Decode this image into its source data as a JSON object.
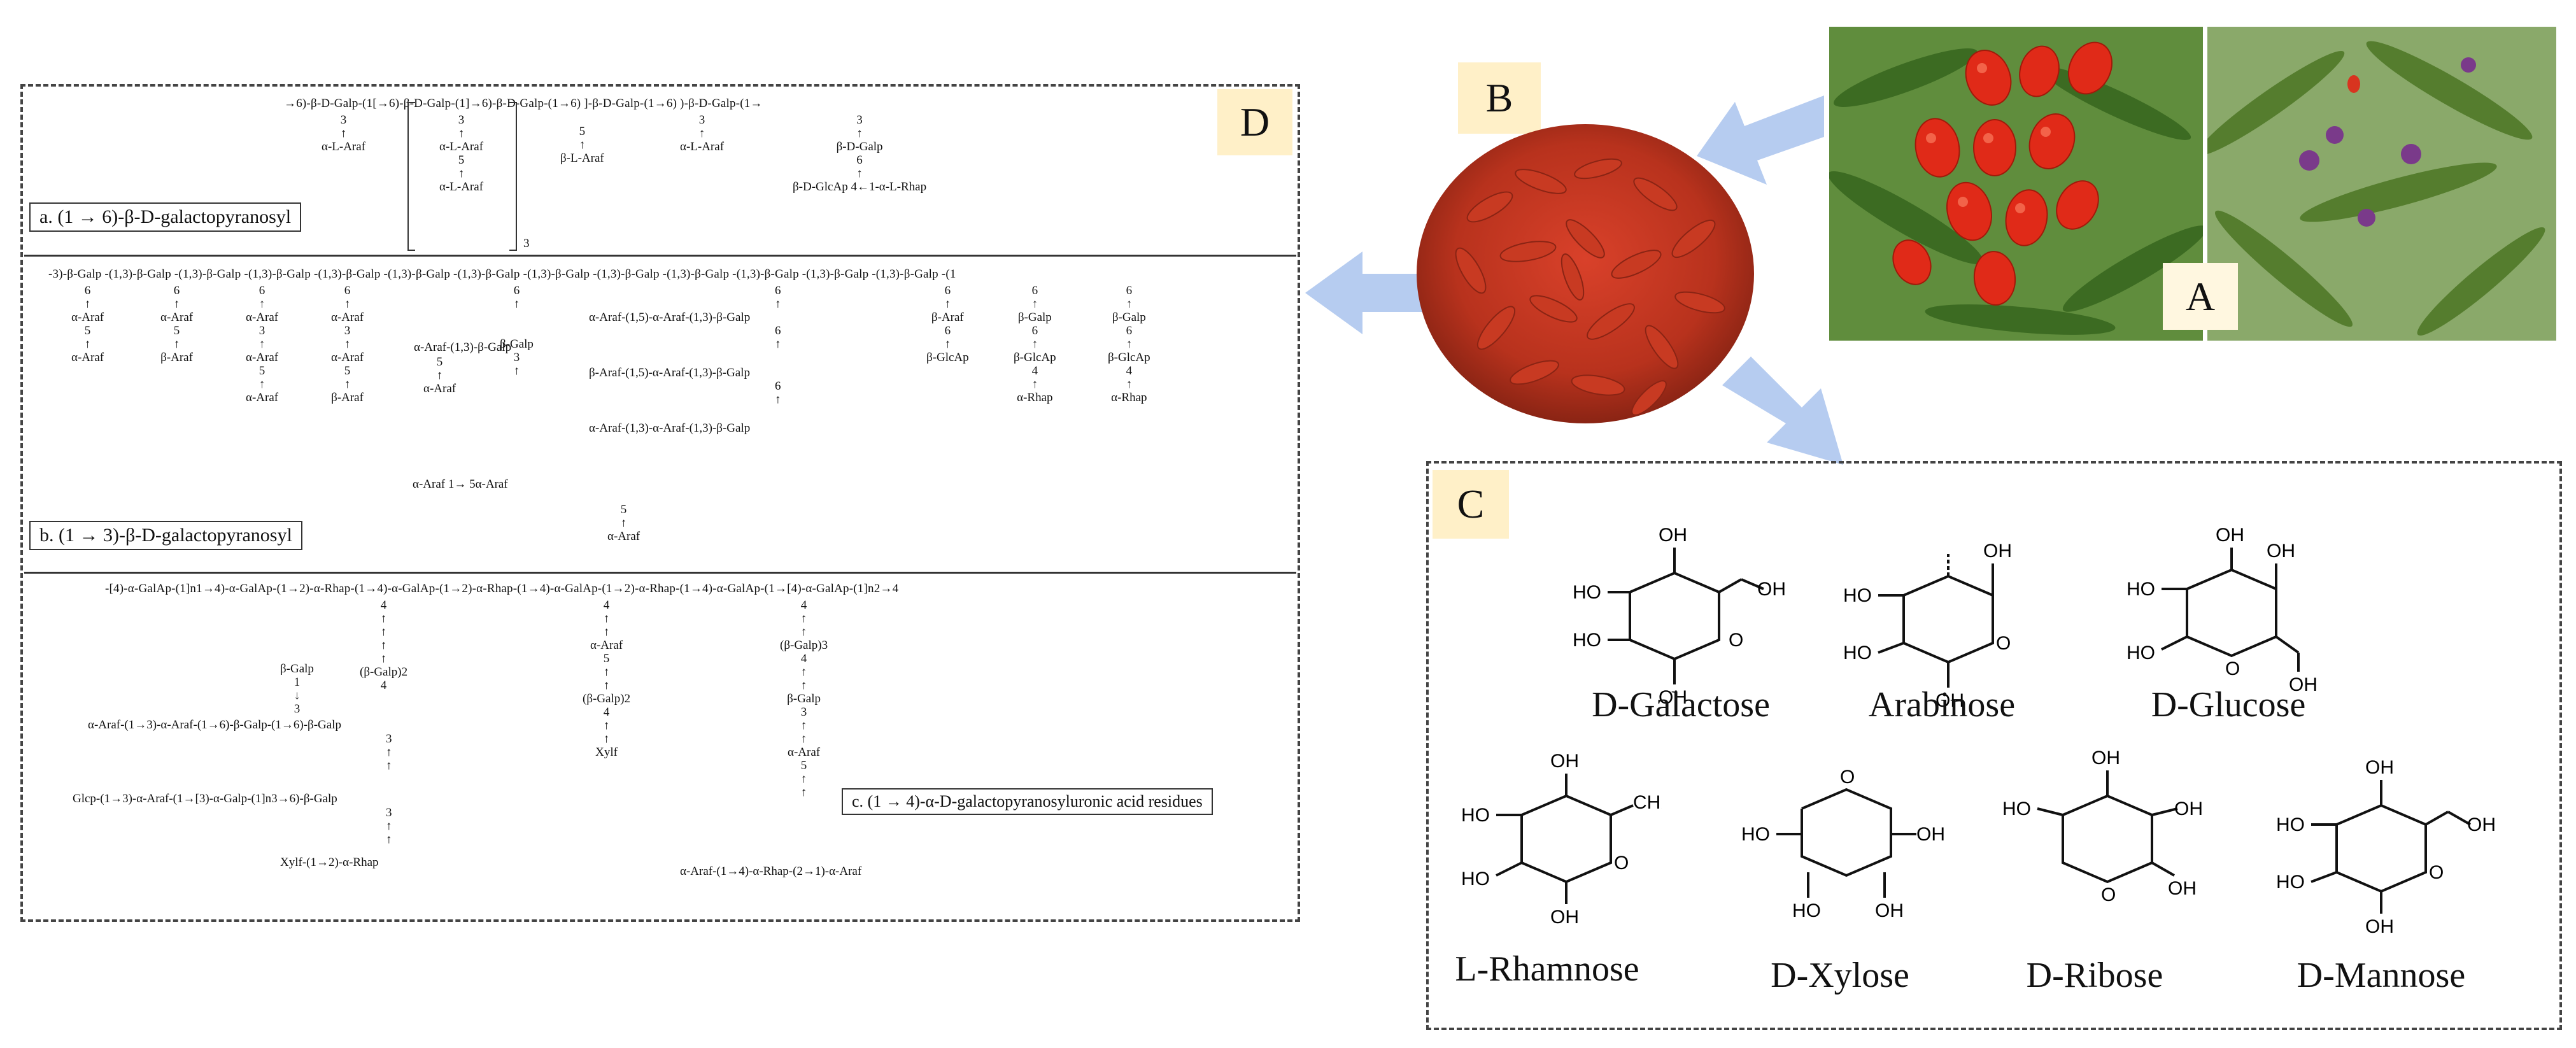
{
  "panels": {
    "A": {
      "label": "A"
    },
    "B": {
      "label": "B"
    },
    "C": {
      "label": "C"
    },
    "D": {
      "label": "D"
    }
  },
  "sectionA": {
    "main_chain": "→6)-β-D-Galp-(1[→6)-β-D-Galp-(1]→6)-β-D-Galp-(1→6) ]-β-D-Galp-(1→6) )-β-D-Galp-(1→",
    "branch1": [
      "3",
      "↑",
      "α-L-Araf"
    ],
    "branch2": [
      "3",
      "↑",
      "α-L-Araf",
      "5",
      "↑",
      "α-L-Araf"
    ],
    "branch2_sub": "3",
    "branch3": [
      "5",
      "↑",
      "β-L-Araf"
    ],
    "branch4": [
      "3",
      "↑",
      "α-L-Araf"
    ],
    "branch5": [
      "3",
      "↑",
      "β-D-Galp",
      "6",
      "↑",
      "β-D-GlcAp 4←1-α-L-Rhap"
    ],
    "label": "a. (1 → 6)-β-D-galactopyranosyl"
  },
  "sectionB": {
    "main_chain": "-3)-β-Galp -(1,3)-β-Galp -(1,3)-β-Galp -(1,3)-β-Galp -(1,3)-β-Galp -(1,3)-β-Galp -(1,3)-β-Galp -(1,3)-β-Galp -(1,3)-β-Galp -(1,3)-β-Galp -(1,3)-β-Galp -(1,3)-β-Galp -(1,3)-β-Galp -(1",
    "b1": [
      "6",
      "↑",
      "α-Araf",
      "5",
      "↑",
      "α-Araf"
    ],
    "b2": [
      "6",
      "↑",
      "α-Araf",
      "5",
      "↑",
      "β-Araf"
    ],
    "b3": [
      "6",
      "↑",
      "α-Araf",
      "3",
      "↑",
      "α-Araf",
      "5",
      "↑",
      "α-Araf"
    ],
    "b4": [
      "6",
      "↑",
      "α-Araf",
      "3",
      "↑",
      "α-Araf",
      "5",
      "↑",
      "β-Araf"
    ],
    "b5_top": "α-Araf-(1,3)-β-Galp",
    "b5_left": [
      "5",
      "↑",
      "α-Araf"
    ],
    "b5_right": [
      "6",
      "↑",
      "β-Galp",
      "3",
      "↑"
    ],
    "b5_bottom": "α-Araf 1→ 5α-Araf",
    "b6_1": "α-Araf-(1,5)-α-Araf-(1,3)-β-Galp",
    "b6_2": "β-Araf-(1,5)-α-Araf-(1,3)-β-Galp",
    "b6_3": "α-Araf-(1,3)-α-Araf-(1,3)-β-Galp",
    "b6_tail": [
      "5",
      "↑",
      "α-Araf"
    ],
    "b7": [
      "6",
      "↑",
      "β-Araf",
      "6",
      "↑",
      "β-GlcAp"
    ],
    "b8": [
      "6",
      "↑",
      "β-Galp",
      "6",
      "↑",
      "β-GlcAp",
      "4",
      "↑",
      "α-Rhap"
    ],
    "b9": [
      "6",
      "↑",
      "β-Galp",
      "6",
      "↑",
      "β-GlcAp",
      "4",
      "↑",
      "α-Rhap"
    ],
    "label": "b. (1 → 3)-β-D-galactopyranosyl"
  },
  "sectionC": {
    "main_chain": "-[4)-α-GalAp-(1]n1→4)-α-GalAp-(1→2)-α-Rhap-(1→4)-α-GalAp-(1→2)-α-Rhap-(1→4)-α-GalAp-(1→2)-α-Rhap-(1→4)-α-GalAp-(1→[4)-α-GalAp-(1]n2→4",
    "c1_top": [
      "β-Galp",
      "1",
      "↓",
      "3"
    ],
    "c1_mid": [
      "(β-Galp)2",
      "4"
    ],
    "c1_line1": "α-Araf-(1→3)-α-Araf-(1→6)-β-Galp-(1→6)-β-Galp",
    "c1_line2": "Glcp-(1→3)-α-Araf-(1→[3)-α-Galp-(1]n3→6)-β-Galp",
    "c1_line3": "Xylf-(1→2)-α-Rhap",
    "c2": [
      "4",
      "↑",
      "α-Araf",
      "5",
      "↑",
      "(β-Galp)2",
      "4",
      "↑",
      "Xylf"
    ],
    "c3": [
      "4",
      "↑",
      "(β-Galp)3",
      "4",
      "↑",
      "β-Galp",
      "3",
      "↑",
      "α-Araf",
      "5",
      "↑"
    ],
    "c3_tail": "α-Araf-(1→4)-α-Rhap-(2→1)-α-Araf",
    "label": "c. (1 → 4)-α-D-galactopyranosyluronic acid residues"
  },
  "sugars": [
    {
      "name": "D-Galactose"
    },
    {
      "name": "Arabinose"
    },
    {
      "name": "D-Glucose"
    },
    {
      "name": "L-Rhamnose"
    },
    {
      "name": "D-Xylose"
    },
    {
      "name": "D-Ribose"
    },
    {
      "name": "D-Mannose"
    }
  ],
  "colors": {
    "berry": "#d8341f",
    "dried": "#b8321d",
    "leaf": "#4a7a2a",
    "arrow": "#aec6ee",
    "tag_bg": "#fff0c8"
  }
}
